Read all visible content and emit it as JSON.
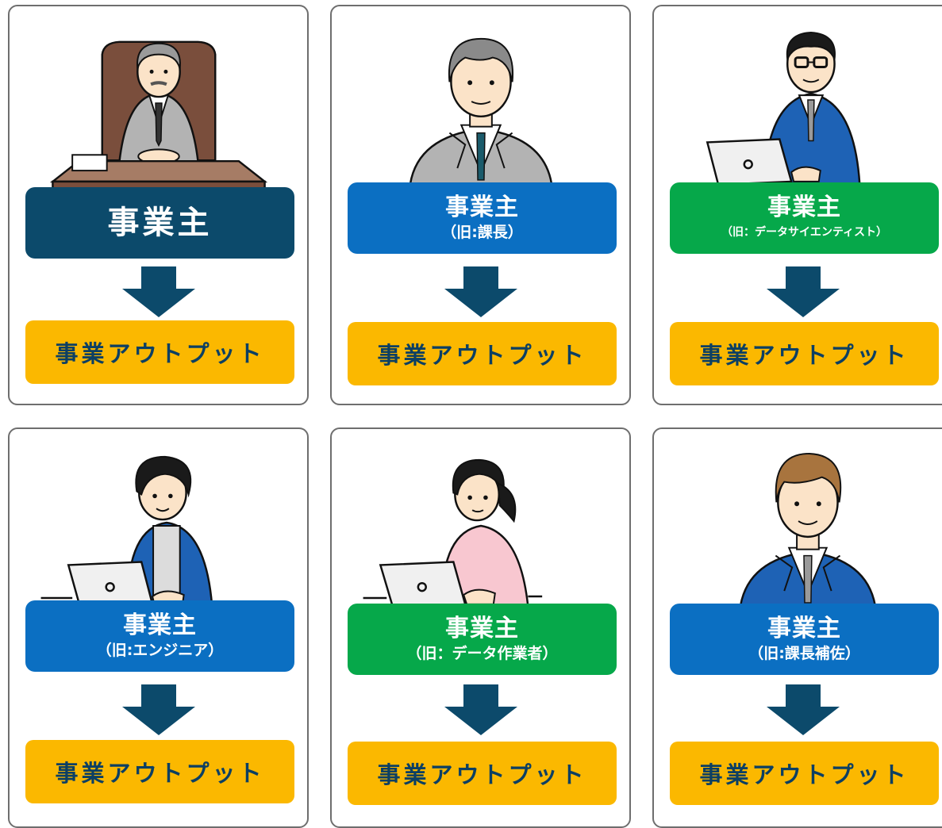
{
  "colors": {
    "navy": "#0c4a6b",
    "blue": "#0b6fc2",
    "green": "#06a84a",
    "amber": "#fbb800",
    "arrow": "#0c4a6b"
  },
  "cards": [
    {
      "role_main": "事業主",
      "role_sub": "",
      "role_color": "navy",
      "figure": "president-at-desk-illustration",
      "output": "事業アウトプット"
    },
    {
      "role_main": "事業主",
      "role_sub": "（旧:課長）",
      "role_color": "blue",
      "figure": "section-chief-illustration",
      "output": "事業アウトプット"
    },
    {
      "role_main": "事業主",
      "role_sub": "（旧：データサイエンティスト）",
      "role_color": "green",
      "figure": "data-scientist-with-laptop-illustration",
      "output": "事業アウトプット"
    },
    {
      "role_main": "事業主",
      "role_sub": "（旧:エンジニア）",
      "role_color": "blue",
      "figure": "engineer-with-laptop-illustration",
      "output": "事業アウトプット"
    },
    {
      "role_main": "事業主",
      "role_sub": "（旧：データ作業者）",
      "role_color": "green",
      "figure": "data-worker-with-laptop-illustration",
      "output": "事業アウトプット"
    },
    {
      "role_main": "事業主",
      "role_sub": "（旧:課長補佐）",
      "role_color": "blue",
      "figure": "deputy-chief-illustration",
      "output": "事業アウトプット"
    }
  ]
}
